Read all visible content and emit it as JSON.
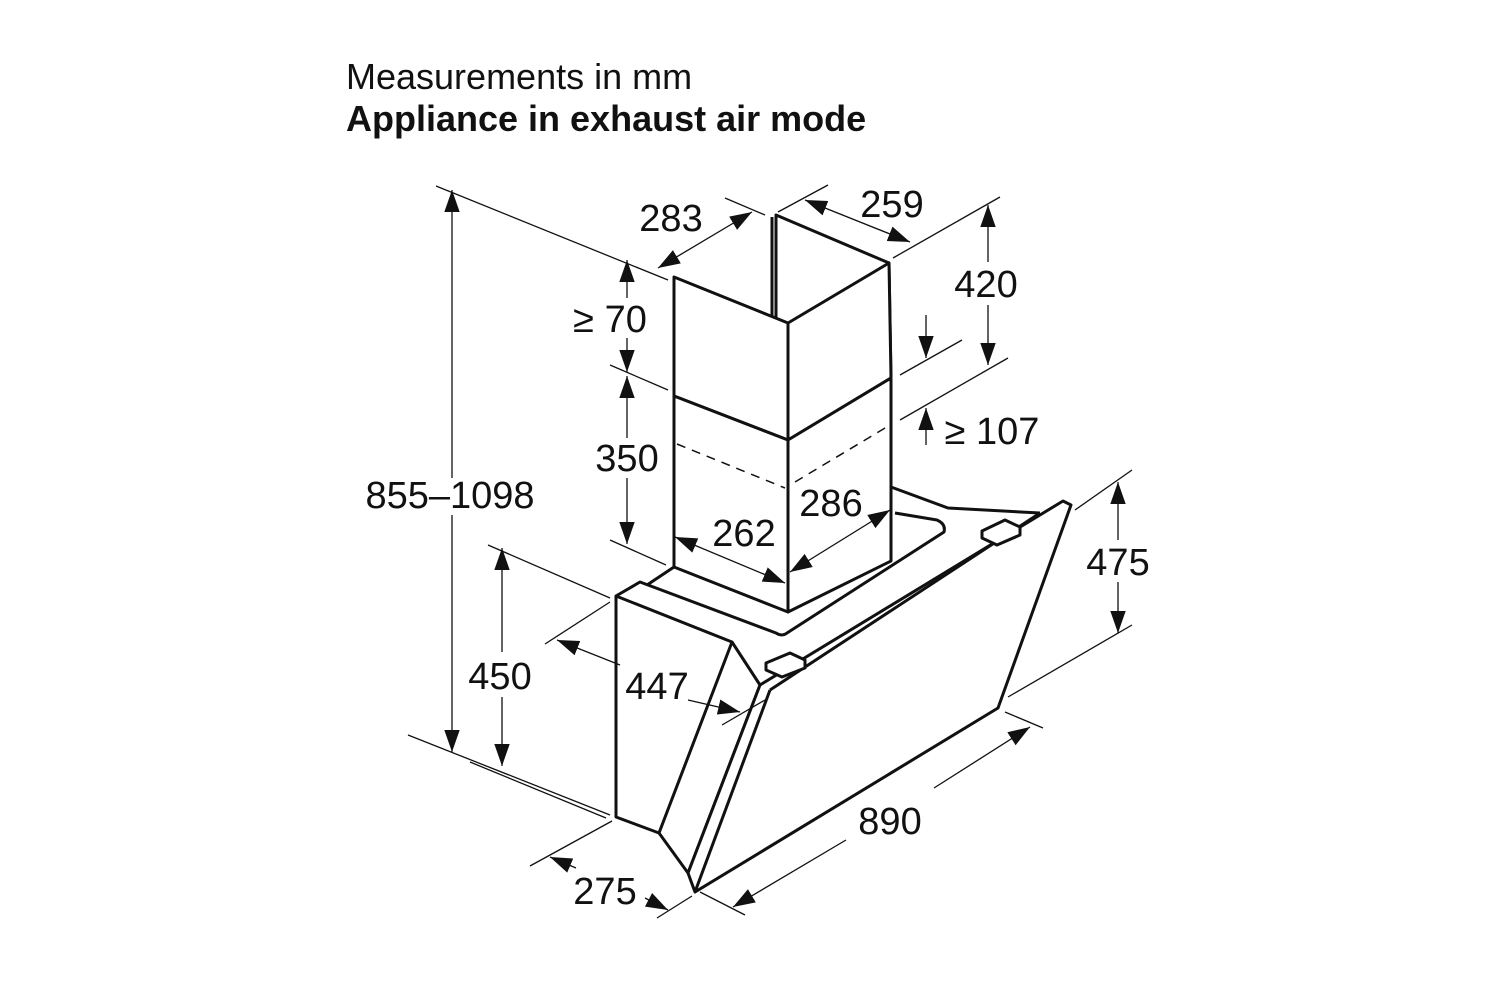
{
  "header": {
    "subtitle": "Measurements in mm",
    "title": "Appliance in exhaust air mode"
  },
  "dimensions": {
    "total_height": "855–1098",
    "chimney_depth": "283",
    "chimney_width": "259",
    "upper_chimney_height": "420",
    "min_overlap_top": "≥ 70",
    "min_overlap_bottom": "≥ 107",
    "lower_chimney_height": "350",
    "inner_chimney_depth": "262",
    "inner_chimney_width": "286",
    "glass_height": "475",
    "body_height": "450",
    "body_depth": "447",
    "width": "890",
    "side_depth": "275"
  }
}
